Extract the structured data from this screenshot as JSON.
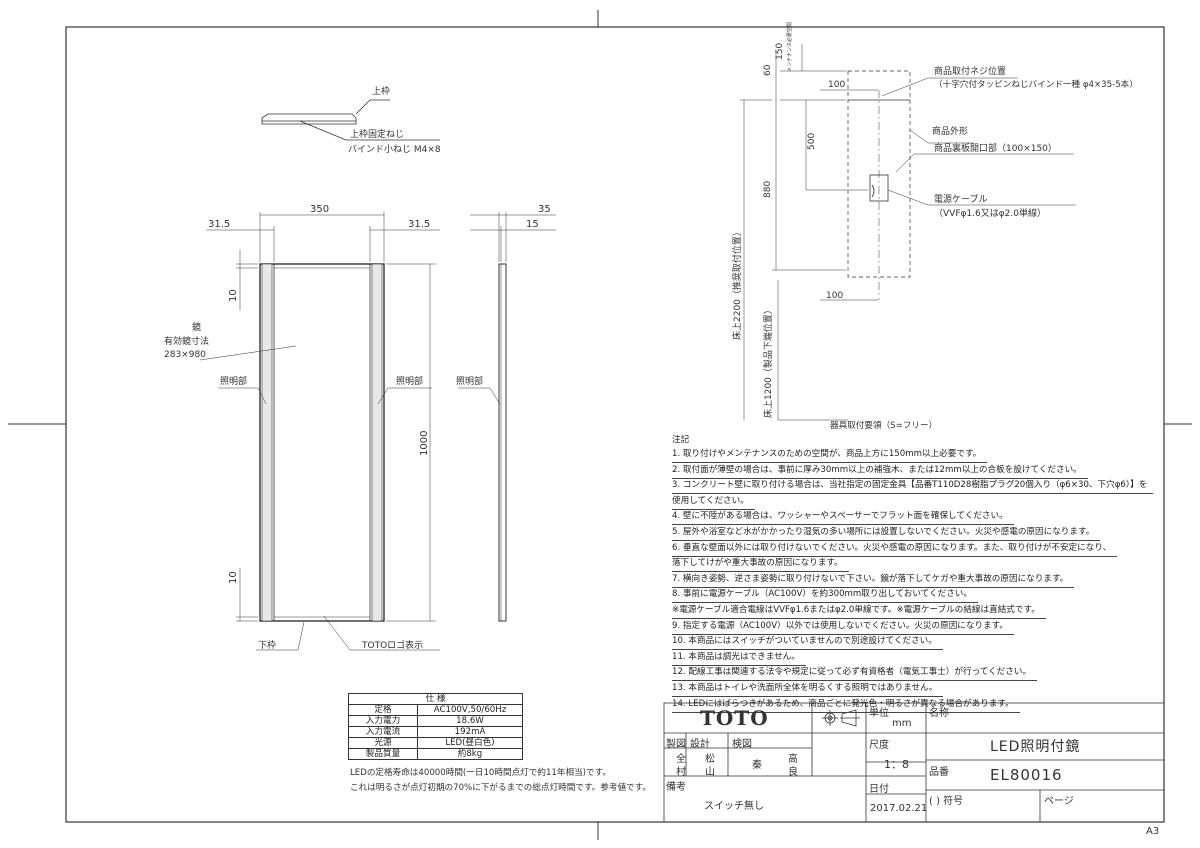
{
  "drawing": {
    "labels": {
      "top_frame": "上枠",
      "top_frame_screw": "上枠固定ねじ",
      "top_frame_screw_spec": "バインド小ねじ M4×8",
      "mirror": "鏡",
      "effective_size_label": "有効鏡寸法",
      "effective_size": "283×980",
      "lighting_left": "照明部",
      "lighting_right": "照明部",
      "lighting_side": "照明部",
      "bottom_frame": "下枠",
      "toto_logo": "TOTOロゴ表示",
      "mount_screw_pos": "商品取付ネジ位置",
      "mount_screw_spec": "（十字穴付タッピンねじバインド一種 φ4×35-5本）",
      "outline": "商品外形",
      "back_opening": "商品裏板開口部（100×150）",
      "power_cable": "電源ケーブル",
      "power_cable_spec": "（VVFφ1.6又はφ2.0単線）",
      "maintenance_space": "メンテナンス必要空間",
      "floor_2200": "床上2200（推奨取付位置）",
      "floor_1200": "床上1200（製品下端位置）",
      "mount_guide": "器具取付要領（S=フリー）"
    },
    "dims": {
      "w350": "350",
      "w31_5_l": "31.5",
      "w31_5_r": "31.5",
      "h10_top": "10",
      "h10_bot": "10",
      "h1000": "1000",
      "d35": "35",
      "d15": "15",
      "m150": "150",
      "m60": "60",
      "m100_top": "100",
      "m500": "500",
      "m880": "880",
      "m100_bot": "100"
    }
  },
  "notes": {
    "heading": "注記",
    "items": [
      "1. 取り付けやメンテナンスのための空間が、商品上方に150mm以上必要です。",
      "2. 取付面が薄壁の場合は、事前に厚み30mm以上の補強木、または12mm以上の合板を設けてください。",
      "3. コンクリート壁に取り付ける場合は、当社指定の固定金具【品番T110D28樹脂プラグ20個入り（φ6×30、下穴φ6）】を",
      "   使用してください。",
      "4. 壁に不陸がある場合は、ワッシャーやスペーサーでフラット面を確保してください。",
      "5. 屋外や浴室など水がかかったり湿気の多い場所には設置しないでください。火災や感電の原因になります。",
      "6. 垂直な壁面以外には取り付けないでください。火災や感電の原因になります。また、取り付けが不安定になり、",
      "   落下してけがや重大事故の原因になります。",
      "7. 横向き姿勢、逆さま姿勢に取り付けないで下さい。鏡が落下してケガや重大事故の原因になります。",
      "8. 事前に電源ケーブル（AC100V）を約300mm取り出しておいてください。",
      "   ※電源ケーブル適合電線はVVFφ1.6またはφ2.0単線です。※電源ケーブルの結線は直結式です。",
      "9. 指定する電源（AC100V）以外では使用しないでください。火災の原因になります。",
      "10. 本商品にはスイッチがついていませんので別途設けてください。",
      "11. 本商品は調光はできません。",
      "12. 配線工事は関連する法令や規定に従って必ず有資格者（電気工事士）が行ってください。",
      "13. 本商品はトイレや洗面所全体を明るくする照明ではありません。",
      "14. LEDにはばらつきがあるため、商品ごとに発光色・明るさが異なる場合があります。"
    ]
  },
  "spec": {
    "header": "仕 様",
    "rows": [
      {
        "k": "定格",
        "v": "AC100V,50/60Hz"
      },
      {
        "k": "入力電力",
        "v": "18.6W"
      },
      {
        "k": "入力電流",
        "v": "192mA"
      },
      {
        "k": "光源",
        "v": "LED(昼白色)"
      },
      {
        "k": "製品質量",
        "v": "約8kg"
      }
    ],
    "note1": "LEDの定格寿命は40000時間(一日10時間点灯で約11年相当)です。",
    "note2": "これは明るさが点灯初期の70%に下がるまでの総点灯時間です。参考値です。"
  },
  "title_block": {
    "brand": "TOTO",
    "unit_label": "単位",
    "unit": "mm",
    "name_label": "名称",
    "name": "LED照明付鏡",
    "made_label": "製図",
    "designer_label": "設計",
    "checker_label": "検図",
    "made_by_1": "全",
    "made_by_2": "村",
    "designer_1": "松",
    "designer_2": "山",
    "checker_1": "秦",
    "checker_2": "高",
    "checker_3": "良",
    "scale_label": "尺度",
    "scale": "1：8",
    "part_label": "品番",
    "part": "EL80016",
    "remarks_label": "備考",
    "remarks": "スイッチ無し",
    "date_label": "日付",
    "date": "2017.02.21",
    "symbol_label": "( ) 符号",
    "page_label": "ページ",
    "sheet": "A3"
  }
}
